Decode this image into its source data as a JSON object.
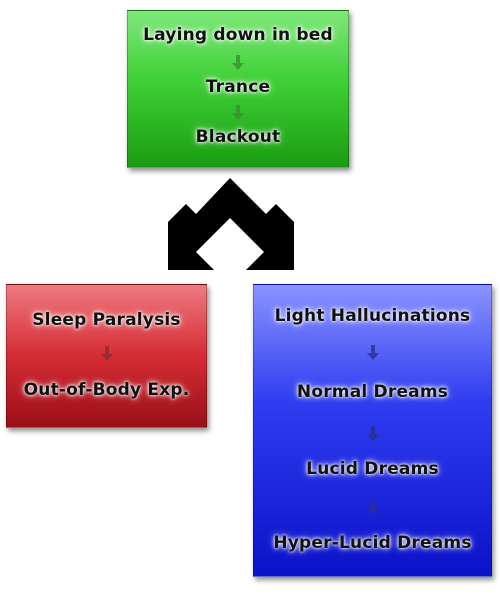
{
  "top_box": {
    "items": [
      "Laying down in bed",
      "Trance",
      "Blackout"
    ],
    "color": "#3fcf36",
    "arrow_color": "#3a8f2f"
  },
  "left_box": {
    "items": [
      "Sleep Paralysis",
      "Out-of-Body Exp."
    ],
    "color": "#d52c35",
    "arrow_color": "#8a2a30"
  },
  "right_box": {
    "items": [
      "Light Hallucinations",
      "Normal Dreams",
      "Lucid Dreams",
      "Hyper-Lucid Dreams"
    ],
    "color": "#2f3df0",
    "arrow_color": "#2a2f8a"
  },
  "connector": {
    "icon": "split-arrow-icon",
    "color": "#000000"
  }
}
